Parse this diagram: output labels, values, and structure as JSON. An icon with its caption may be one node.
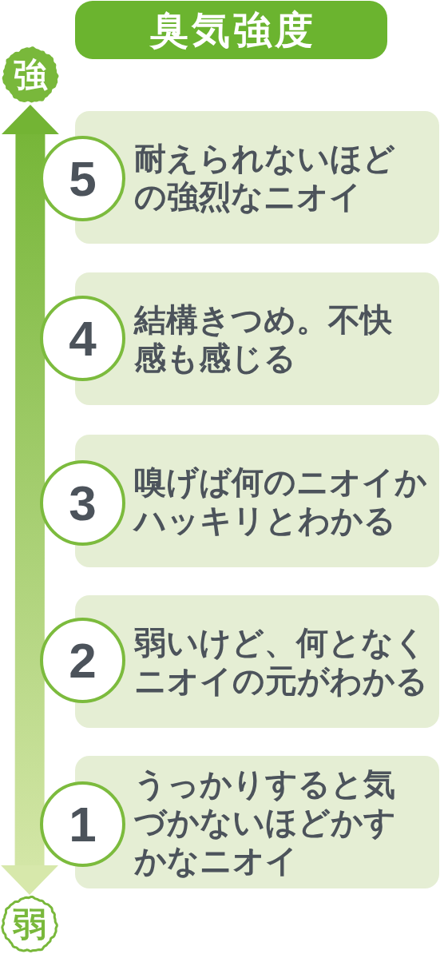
{
  "diagram": {
    "title": "臭気強度",
    "nodes": [
      {
        "text": [
          "強"
        ]
      },
      {
        "text": [
          "5"
        ]
      },
      {
        "text": [
          "耐えられないほどの強烈なニオイ"
        ]
      },
      {
        "text": [
          "4"
        ]
      },
      {
        "text": [
          "結構きつめ。不快感も感じる"
        ]
      },
      {
        "text": [
          "3"
        ]
      },
      {
        "text": [
          "嗅げば何のニオイかハッキリとわかる"
        ]
      },
      {
        "text": [
          "2"
        ]
      },
      {
        "text": [
          "弱いけど、何となくニオイの元がわかる"
        ]
      },
      {
        "text": [
          "1"
        ]
      },
      {
        "text": [
          "うっかりすると気づかないほどかすかなニオイ"
        ]
      },
      {
        "text": [
          "弱"
        ]
      }
    ],
    "edges": [
      {
        "from": 0,
        "to": 11,
        "arrow": "both"
      }
    ]
  }
}
